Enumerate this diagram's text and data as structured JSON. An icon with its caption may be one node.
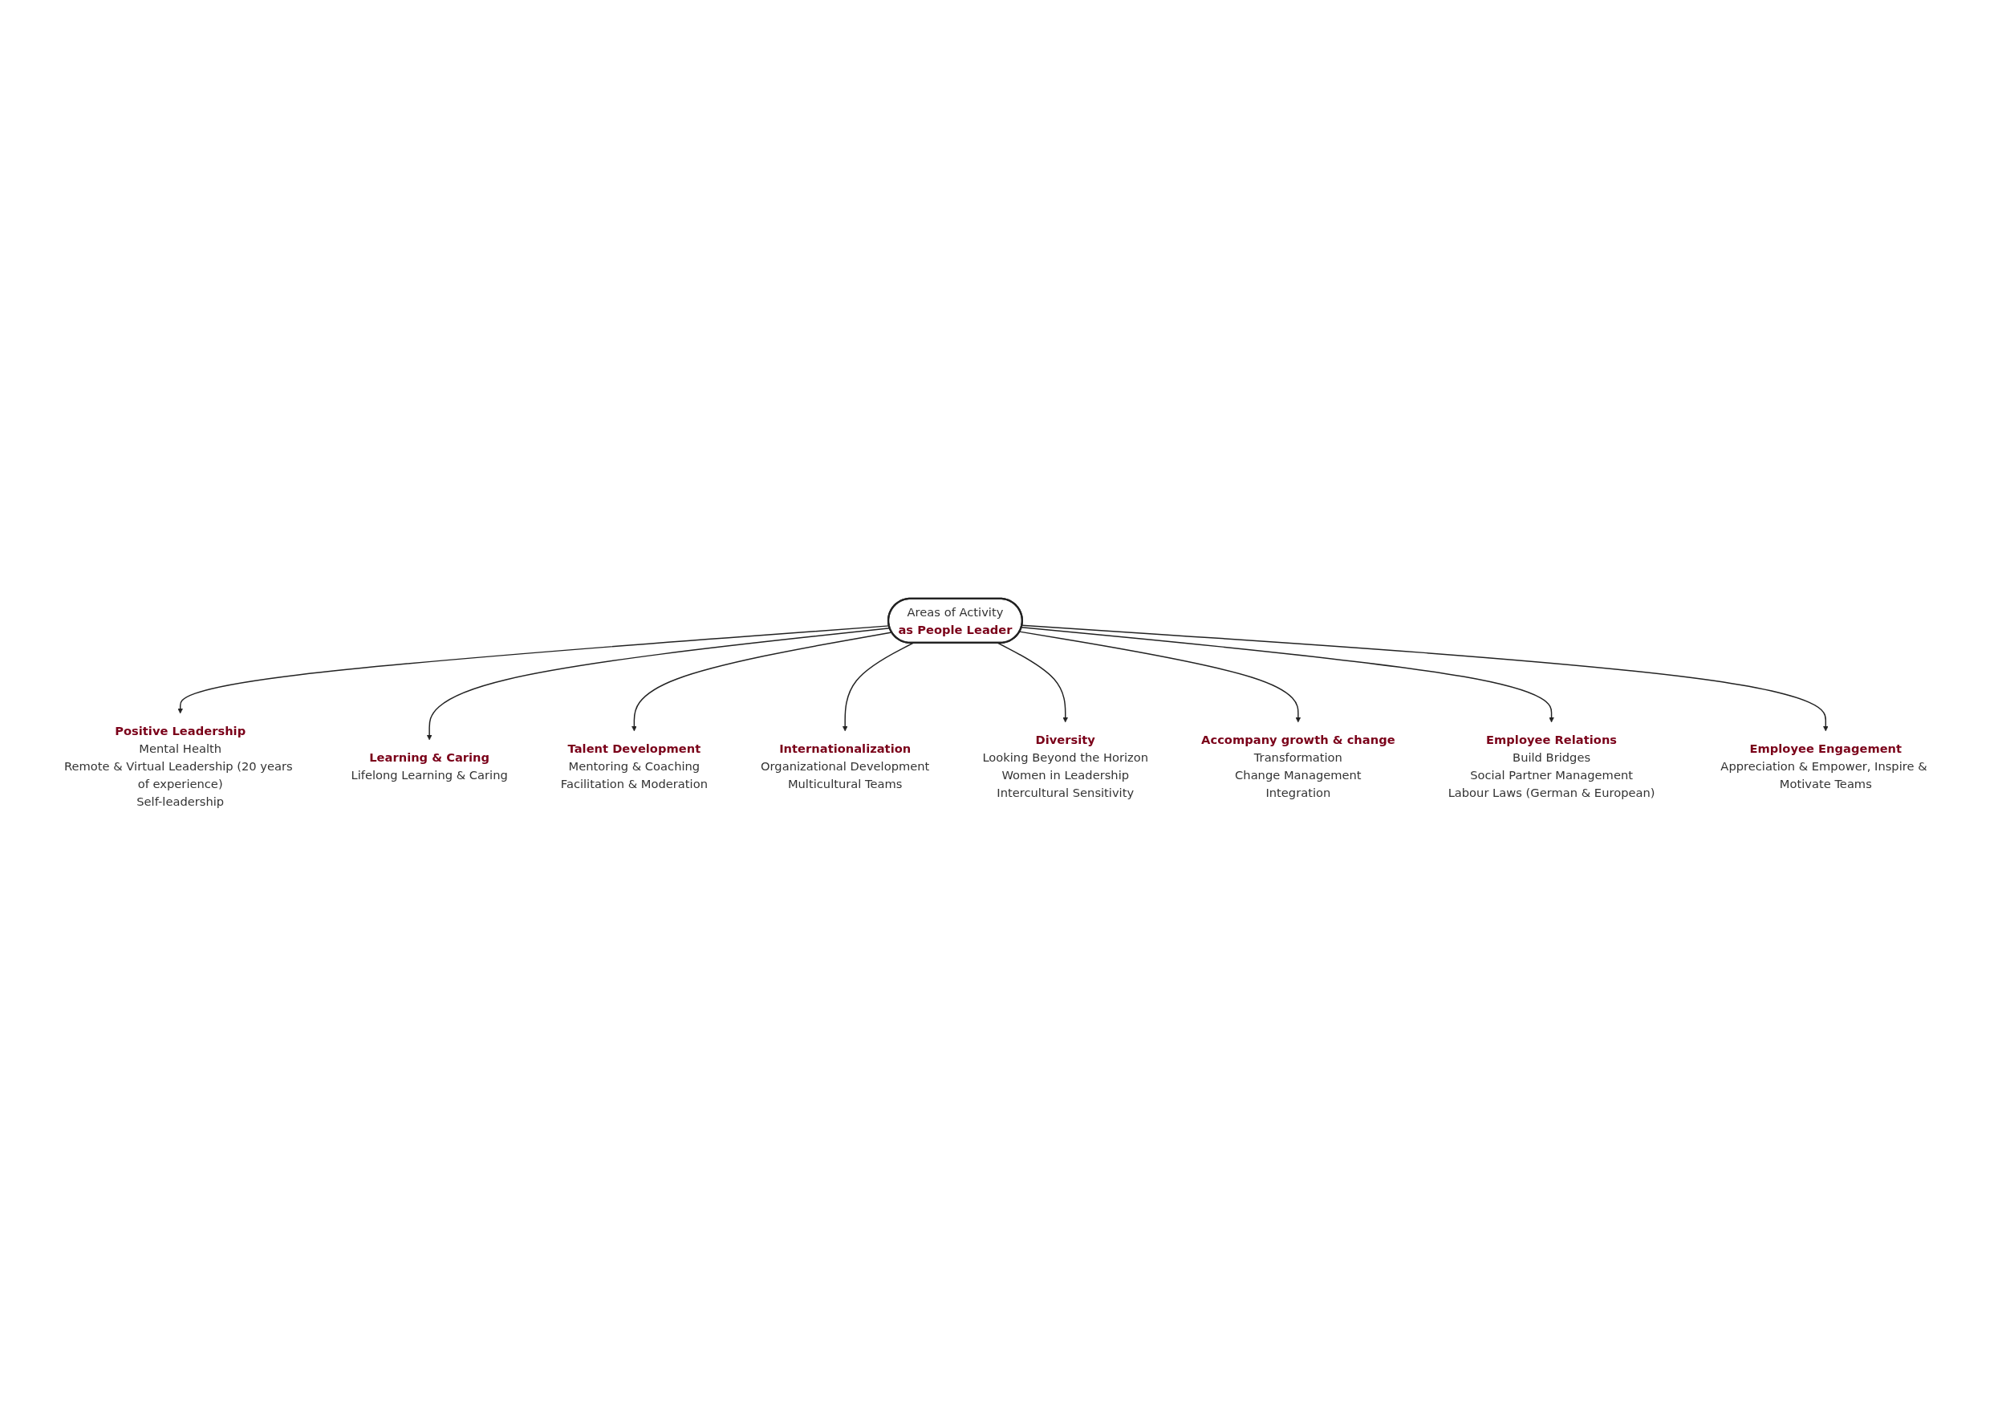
{
  "diagram": {
    "nodes": [
      {
        "text": [
          "Areas of Activity",
          "as People Leader"
        ]
      },
      {
        "text": [
          "Positive Leadership",
          "Mental Health",
          "Remote & Virtual Leadership (20 years of experience)",
          "Self-leadership"
        ]
      },
      {
        "text": [
          "Learning & Caring",
          "Lifelong Learning & Caring"
        ]
      },
      {
        "text": [
          "Talent Development",
          "Mentoring & Coaching",
          "Facilitation & Moderation"
        ]
      },
      {
        "text": [
          "Internationalization",
          "Organizational Development",
          "Multicultural Teams"
        ]
      },
      {
        "text": [
          "Diversity",
          "Looking Beyond the Horizon",
          "Women in Leadership",
          "Intercultural Sensitivity"
        ]
      },
      {
        "text": [
          "Accompany growth & change",
          "Transformation",
          "Change Management",
          "Integration"
        ]
      },
      {
        "text": [
          "Employee Relations",
          "Build Bridges",
          "Social Partner Management",
          "Labour Laws (German & European)"
        ]
      },
      {
        "text": [
          "Employee Engagement",
          "Appreciation & Empower, Inspire & Motivate Teams"
        ]
      }
    ],
    "edges": [
      {
        "from": 0,
        "to": 1,
        "arrow": "to"
      },
      {
        "from": 0,
        "to": 2,
        "arrow": "to"
      },
      {
        "from": 0,
        "to": 3,
        "arrow": "to"
      },
      {
        "from": 0,
        "to": 4,
        "arrow": "to"
      },
      {
        "from": 0,
        "to": 5,
        "arrow": "to"
      },
      {
        "from": 0,
        "to": 6,
        "arrow": "to"
      },
      {
        "from": 0,
        "to": 7,
        "arrow": "to"
      },
      {
        "from": 0,
        "to": 8,
        "arrow": "to"
      }
    ]
  }
}
